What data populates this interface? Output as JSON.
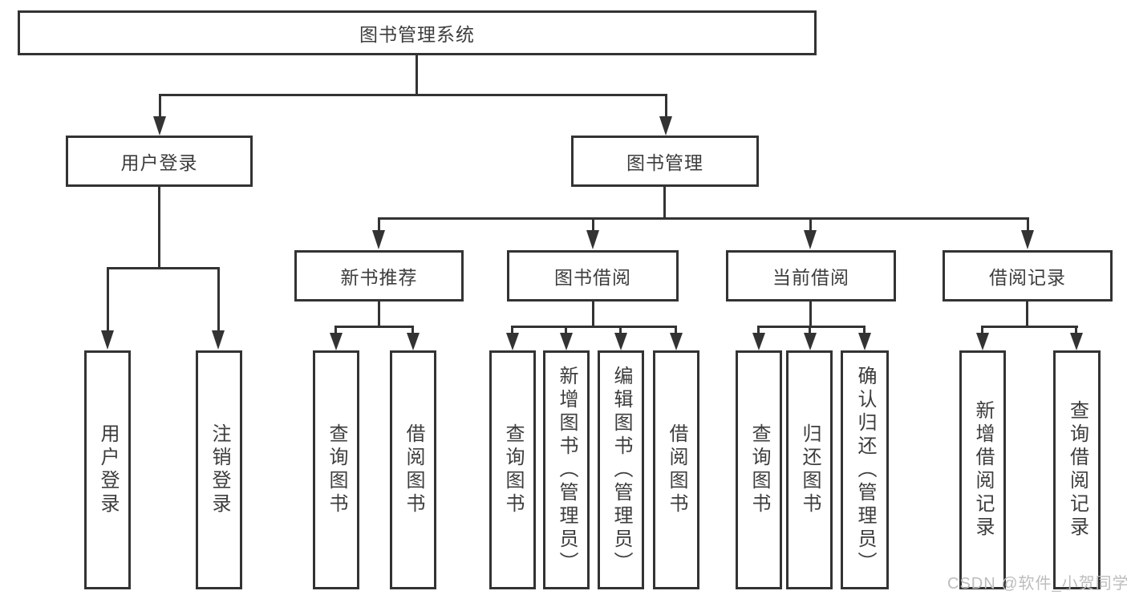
{
  "diagram_title": "图书管理系统",
  "tree": {
    "root": {
      "label": "图书管理系统"
    },
    "branches": [
      {
        "label": "用户登录",
        "children": [
          {
            "label": "用户登录"
          },
          {
            "label": "注销登录"
          }
        ]
      },
      {
        "label": "图书管理",
        "children": [
          {
            "label": "新书推荐",
            "children": [
              {
                "label": "查询图书"
              },
              {
                "label": "借阅图书"
              }
            ]
          },
          {
            "label": "图书借阅",
            "children": [
              {
                "label": "查询图书"
              },
              {
                "label": "新增图书（管理员）"
              },
              {
                "label": "编辑图书（管理员）"
              },
              {
                "label": "借阅图书"
              }
            ]
          },
          {
            "label": "当前借阅",
            "children": [
              {
                "label": "查询图书"
              },
              {
                "label": "归还图书"
              },
              {
                "label": "确认归还（管理员）"
              }
            ]
          },
          {
            "label": "借阅记录",
            "children": [
              {
                "label": "新增借阅记录"
              },
              {
                "label": "查询借阅记录"
              }
            ]
          }
        ]
      }
    ]
  },
  "watermark": "CSDN @软件_小贺同学",
  "colors": {
    "line": "#333333",
    "text": "#3d3d3d",
    "bg": "#ffffff",
    "watermark": "#bdbdbd"
  }
}
